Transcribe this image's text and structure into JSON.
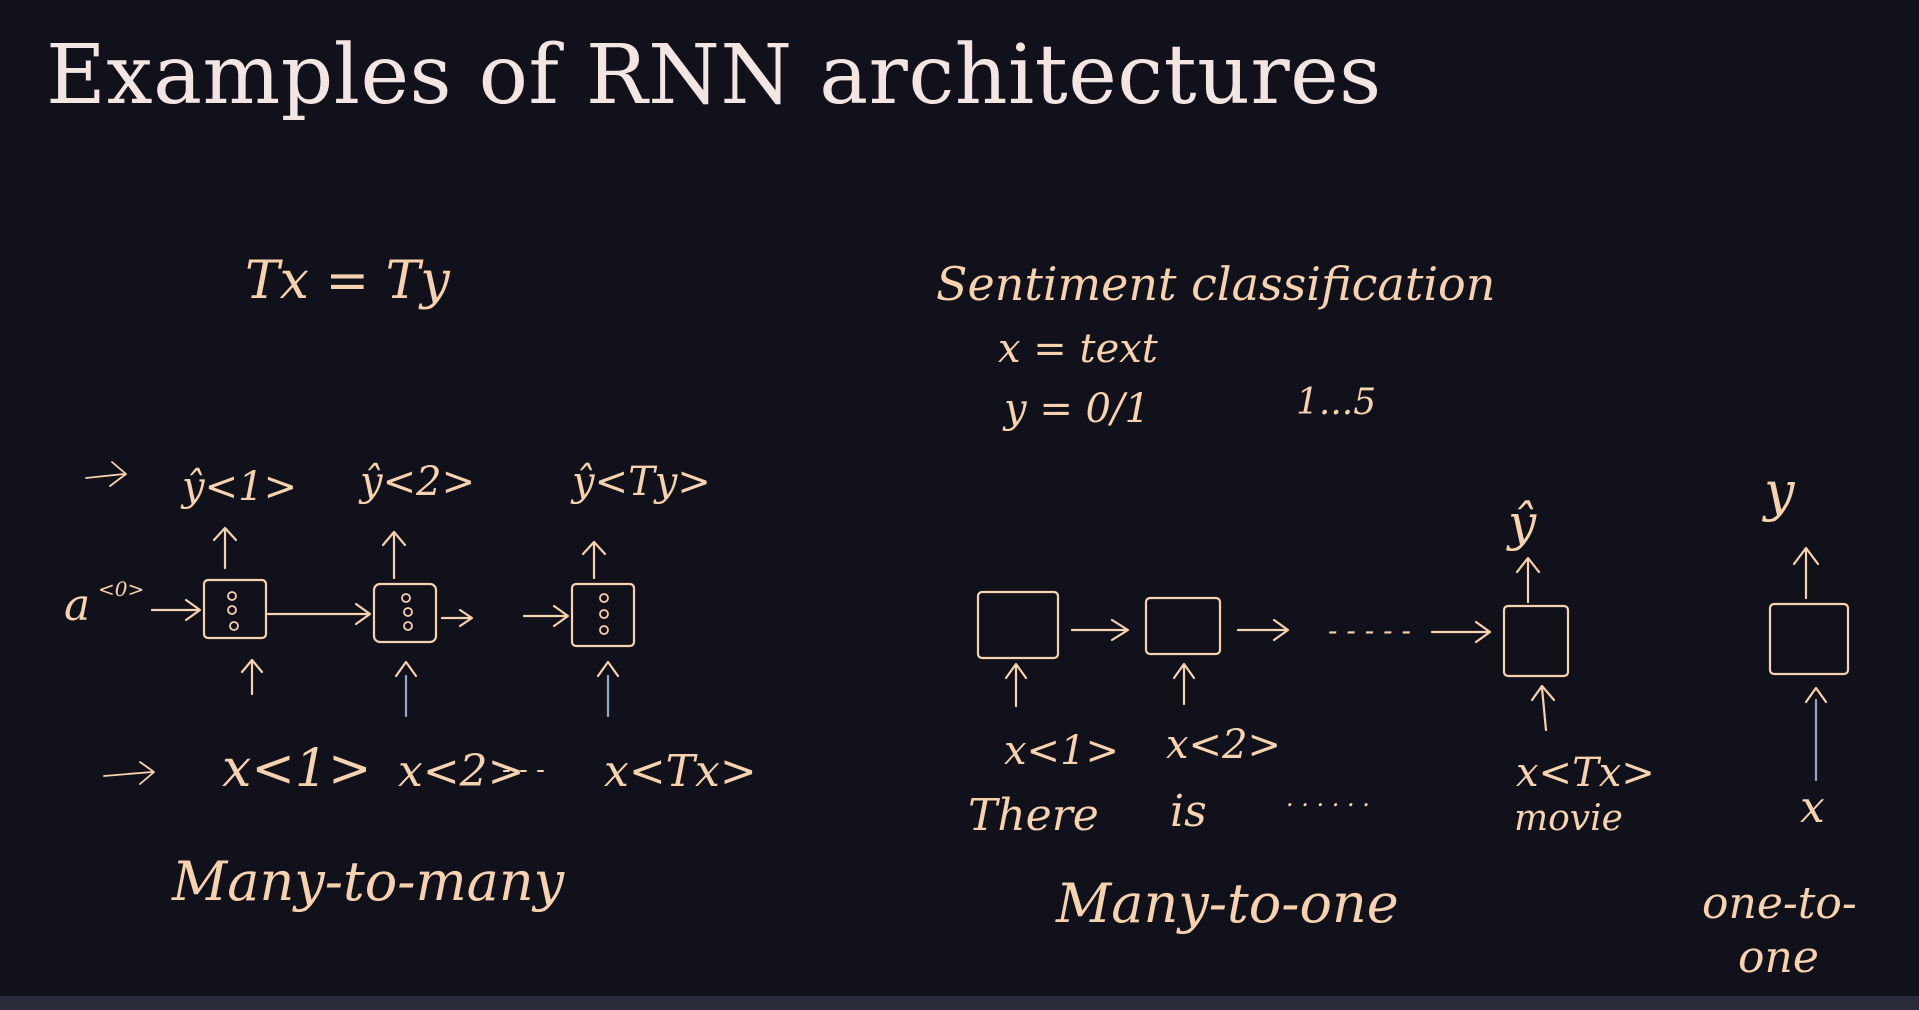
{
  "slide": {
    "title": "Examples of RNN architectures"
  },
  "many_to_many": {
    "condition": "Tx = Ty",
    "initial_activation": "a",
    "initial_activation_sup": "<0>",
    "outputs": [
      "ŷ<1>",
      "ŷ<2>",
      "ŷ<Ty>"
    ],
    "inputs": [
      "x<1>",
      "x<2>",
      "x<Tx>"
    ],
    "ellipsis": "- - -",
    "caption": "Many-to-many"
  },
  "many_to_one": {
    "heading": "Sentiment classification",
    "x_def": "x = text",
    "y_def": "y = 0/1",
    "y_alt": "1...5",
    "output": "ŷ",
    "inputs": [
      "x<1>",
      "x<2>",
      "x<Tx>"
    ],
    "words": [
      "There",
      "is",
      "movie"
    ],
    "dots": ". . . . . .",
    "chain_dots": "- - - - -",
    "caption": "Many-to-one"
  },
  "one_to_one": {
    "output": "y",
    "input": "x",
    "caption_line1": "one-to-",
    "caption_line2": "one"
  },
  "colors": {
    "background": "#11111c",
    "ink": "#f7d2ae",
    "title": "#f3e6e2",
    "arrow_blue": "#9aa6c8"
  }
}
